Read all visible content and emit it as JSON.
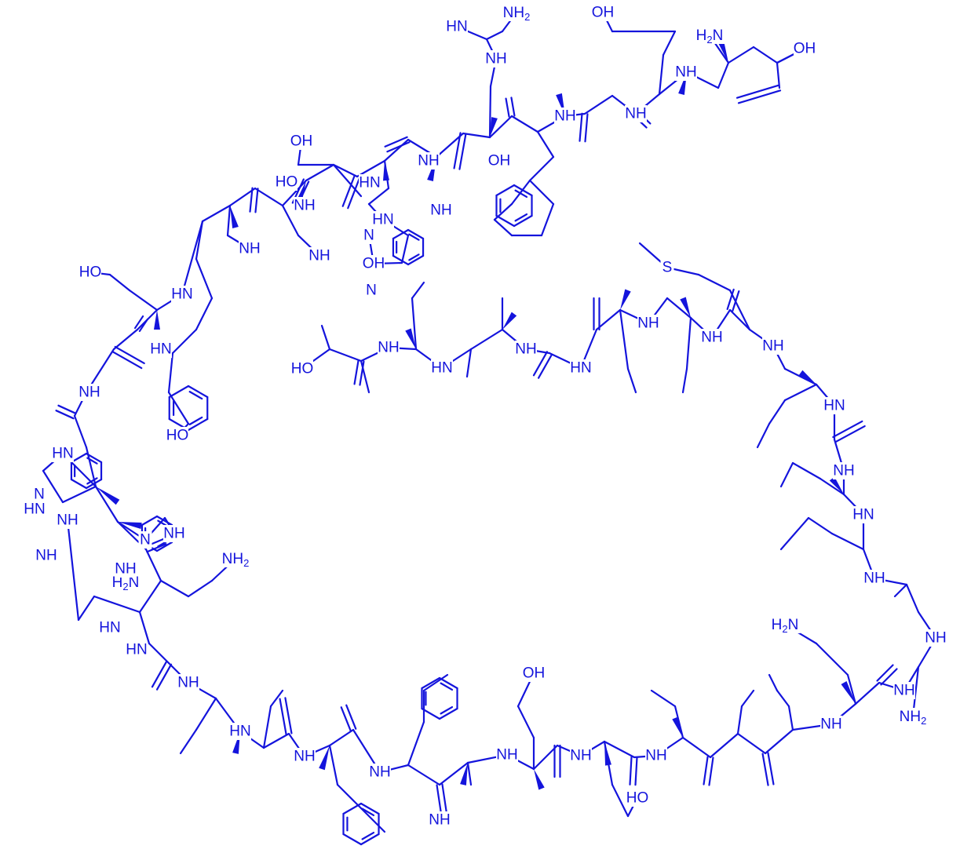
{
  "colors": {
    "structure": "#1414dc",
    "background": "#ffffff"
  },
  "diagram": {
    "type": "chemical-structure",
    "labels": [
      {
        "id": "a1",
        "text": "H2N"
      },
      {
        "id": "a2",
        "text": "OH"
      },
      {
        "id": "a3",
        "text": "NH2"
      },
      {
        "id": "a4",
        "text": "HN"
      },
      {
        "id": "a5",
        "text": "OH"
      },
      {
        "id": "a6",
        "text": "NH"
      },
      {
        "id": "a7",
        "text": "NH"
      },
      {
        "id": "a8",
        "text": "NH"
      },
      {
        "id": "a9",
        "text": "OH"
      },
      {
        "id": "a10",
        "text": "HO"
      },
      {
        "id": "a11",
        "text": "NH"
      },
      {
        "id": "a12",
        "text": "NH"
      },
      {
        "id": "a13",
        "text": "HN"
      },
      {
        "id": "a14",
        "text": "NH"
      },
      {
        "id": "a15",
        "text": "OH"
      },
      {
        "id": "a16",
        "text": "HN"
      },
      {
        "id": "a17",
        "text": "N"
      },
      {
        "id": "a18",
        "text": "NH"
      },
      {
        "id": "a19",
        "text": "NH"
      },
      {
        "id": "a20",
        "text": "OH"
      },
      {
        "id": "a21",
        "text": "HN"
      },
      {
        "id": "a22",
        "text": "HO"
      },
      {
        "id": "a23",
        "text": "HN"
      },
      {
        "id": "a24",
        "text": "N"
      },
      {
        "id": "a25",
        "text": "NH"
      },
      {
        "id": "a26",
        "text": "HN"
      },
      {
        "id": "a27",
        "text": "N"
      },
      {
        "id": "a28",
        "text": "NH"
      },
      {
        "id": "a29",
        "text": "NH2"
      },
      {
        "id": "a30",
        "text": "H2N"
      },
      {
        "id": "a31",
        "text": "NH"
      },
      {
        "id": "a32",
        "text": "HN"
      },
      {
        "id": "a33",
        "text": "NH"
      },
      {
        "id": "a34",
        "text": "HN"
      },
      {
        "id": "a35",
        "text": "NH"
      },
      {
        "id": "a36",
        "text": "HN"
      },
      {
        "id": "a37",
        "text": "NH"
      },
      {
        "id": "a38",
        "text": "NH"
      },
      {
        "id": "a39",
        "text": "HO"
      },
      {
        "id": "a40",
        "text": "NH"
      },
      {
        "id": "a41",
        "text": "NH"
      },
      {
        "id": "a42",
        "text": "N"
      },
      {
        "id": "a43",
        "text": "NH"
      },
      {
        "id": "a44",
        "text": "HN"
      },
      {
        "id": "a45",
        "text": "OH"
      },
      {
        "id": "a46",
        "text": "HO"
      },
      {
        "id": "a47",
        "text": "NH"
      },
      {
        "id": "a48",
        "text": "NH"
      },
      {
        "id": "a49",
        "text": "NH"
      },
      {
        "id": "a50",
        "text": "NH2"
      },
      {
        "id": "a51",
        "text": "S"
      },
      {
        "id": "a52",
        "text": "HO"
      },
      {
        "id": "a53",
        "text": "NH"
      },
      {
        "id": "a54",
        "text": "HN"
      },
      {
        "id": "a55",
        "text": "NH"
      },
      {
        "id": "a56",
        "text": "HN"
      },
      {
        "id": "a57",
        "text": "NH"
      },
      {
        "id": "a58",
        "text": "NH"
      },
      {
        "id": "a59",
        "text": "NH"
      },
      {
        "id": "a60",
        "text": "HN"
      },
      {
        "id": "a61",
        "text": "NH"
      },
      {
        "id": "a62",
        "text": "HN"
      },
      {
        "id": "a63",
        "text": "NH"
      },
      {
        "id": "a64",
        "text": "H2N"
      },
      {
        "id": "a65",
        "text": "NH"
      },
      {
        "id": "a66",
        "text": "NH"
      },
      {
        "id": "a67",
        "text": "NH"
      }
    ]
  }
}
